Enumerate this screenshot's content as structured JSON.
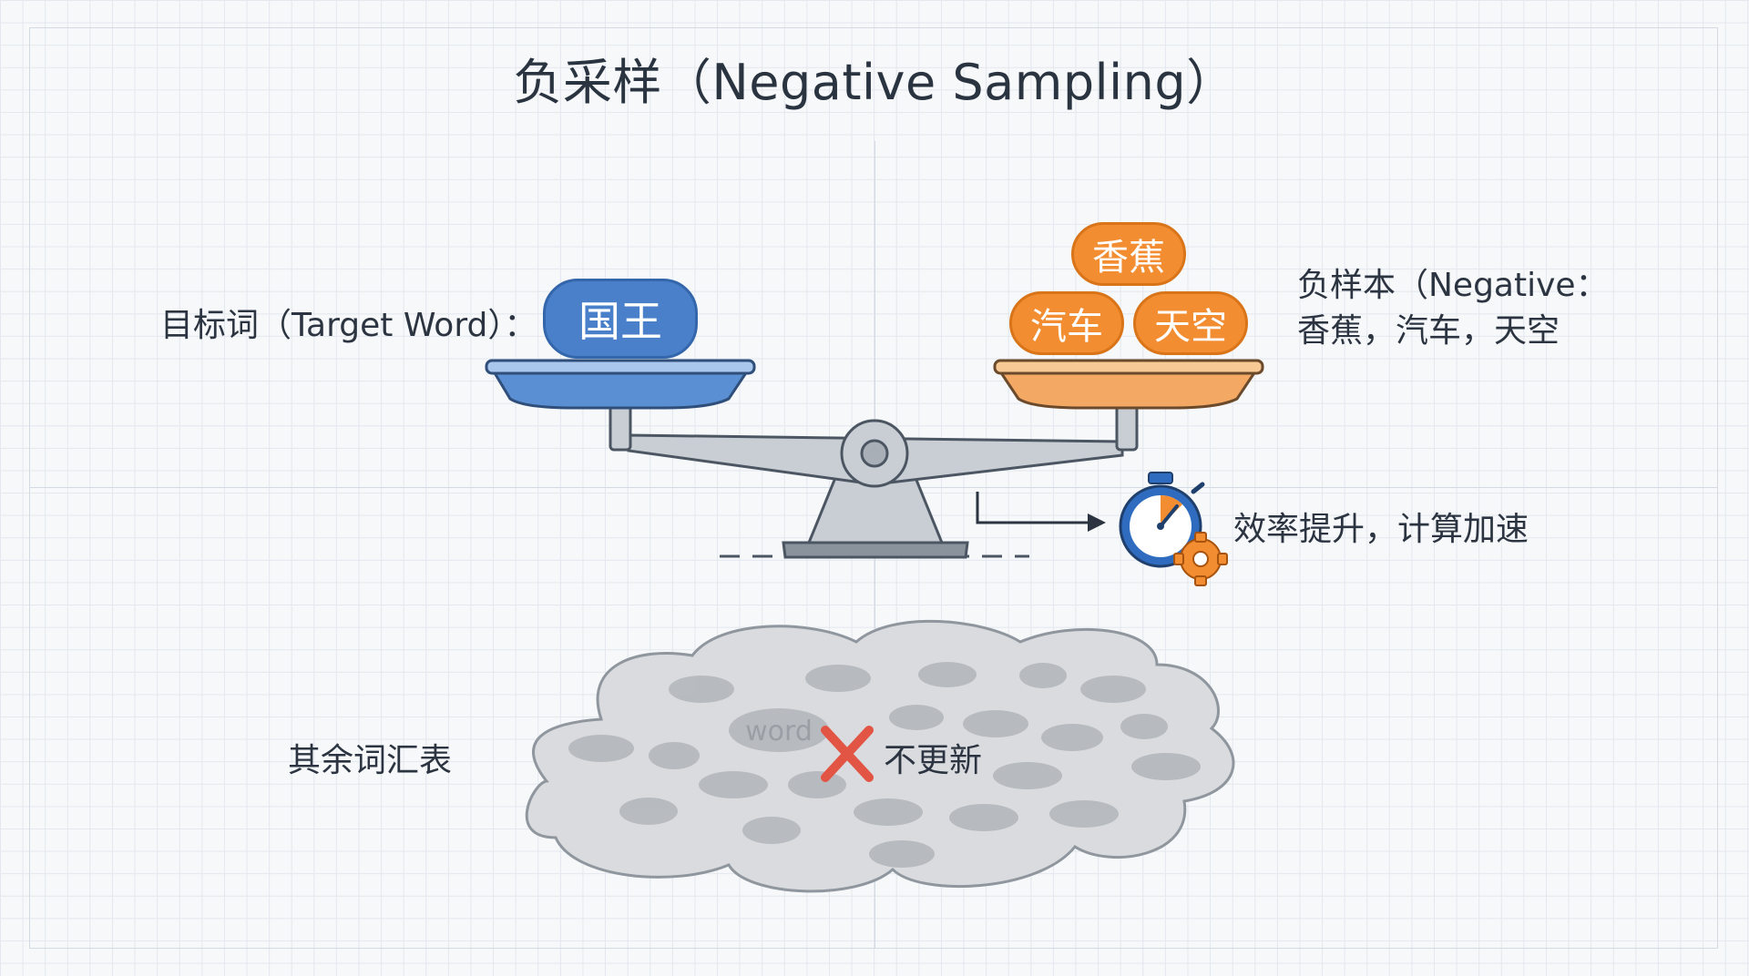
{
  "title": "负采样（Negative Sampling）",
  "target": {
    "label": "目标词（Target Word）：",
    "word": "国王"
  },
  "negatives": {
    "words": [
      "香蕉",
      "汽车",
      "天空"
    ],
    "label_line1": "负样本（Negative：",
    "label_line2": "香蕉，汽车，天空"
  },
  "efficiency": {
    "label": "效率提升，计算加速"
  },
  "vocabulary": {
    "label": "其余词汇表",
    "no_update": "不更新",
    "visible_word": "word"
  },
  "colors": {
    "blue": "#4a80c9",
    "orange": "#f28d32",
    "red_cross": "#e25545",
    "cloud": "#d9dbde"
  }
}
